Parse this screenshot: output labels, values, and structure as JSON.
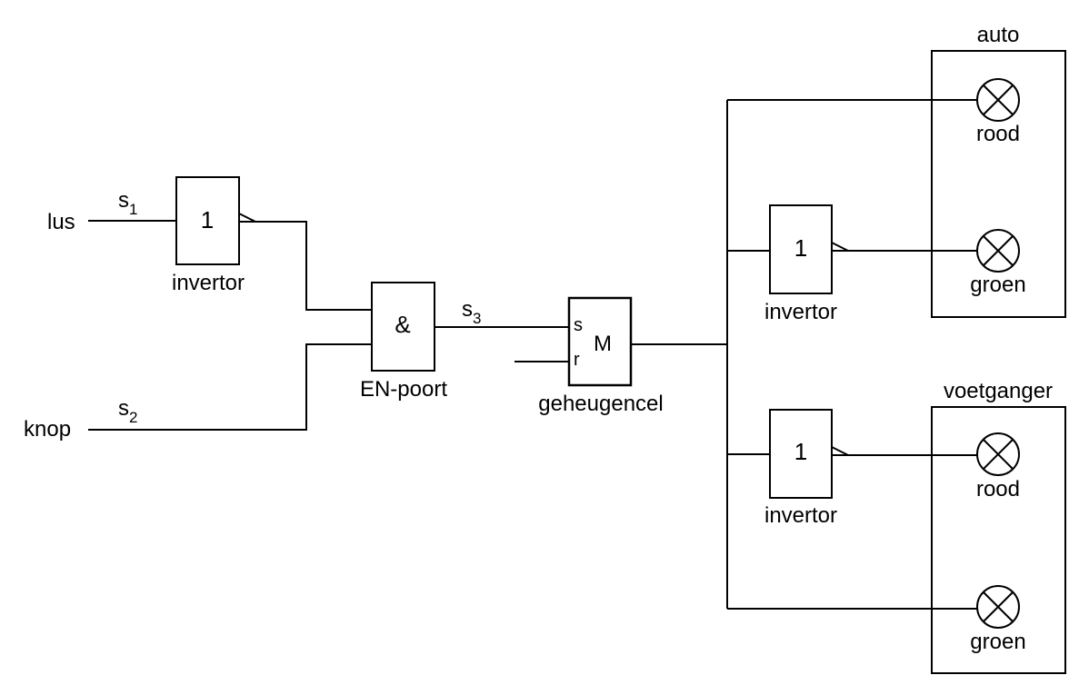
{
  "inputs": {
    "lus": "lus",
    "knop": "knop"
  },
  "signals": {
    "s1": {
      "main": "s",
      "sub": "1"
    },
    "s2": {
      "main": "s",
      "sub": "2"
    },
    "s3": {
      "main": "s",
      "sub": "3"
    }
  },
  "gates": {
    "invertor_symbol": "1",
    "invertor_label": "invertor",
    "and_symbol": "&",
    "and_label": "EN-poort"
  },
  "memory": {
    "label": "geheugencel",
    "set": "s",
    "reset": "r",
    "output": "M"
  },
  "groups": {
    "auto": {
      "title": "auto",
      "red": "rood",
      "green": "groen"
    },
    "voetganger": {
      "title": "voetganger",
      "red": "rood",
      "green": "groen"
    }
  }
}
